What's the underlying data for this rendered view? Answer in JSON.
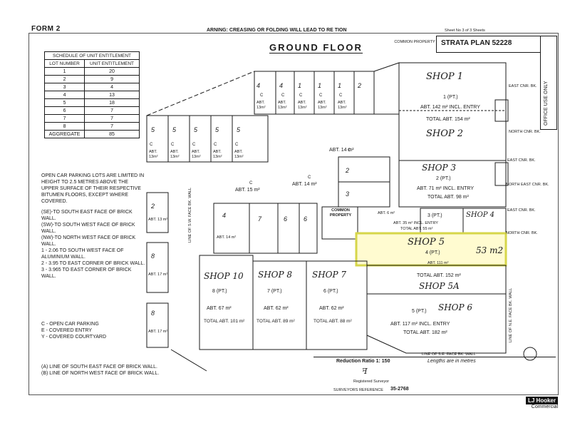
{
  "header": {
    "form": "FORM 2",
    "warning": "ARNING: CREASING OR FOLDING WILL LEAD TO RE  TION",
    "sheet": "Sheet No 3 of 3 Sheets",
    "strata_plan": "STRATA PLAN 52228",
    "office_use": "OFFICE USE ONLY",
    "ground_floor": "GROUND FLOOR"
  },
  "schedule": {
    "title": "SCHEDULE OF UNIT ENTITLEMENT",
    "col_lot": "LOT NUMBER",
    "col_unit": "UNIT ENTITLEMENT",
    "rows": [
      {
        "lot": "1",
        "unit": "20"
      },
      {
        "lot": "2",
        "unit": "9"
      },
      {
        "lot": "3",
        "unit": "4"
      },
      {
        "lot": "4",
        "unit": "13"
      },
      {
        "lot": "5",
        "unit": "18"
      },
      {
        "lot": "6",
        "unit": "7"
      },
      {
        "lot": "7",
        "unit": "7"
      },
      {
        "lot": "8",
        "unit": "7"
      }
    ],
    "aggregate_label": "AGGREGATE",
    "aggregate_value": "85"
  },
  "notes": {
    "parking": "OPEN CAR PARKING LOTS ARE LIMITED IN HEIGHT TO 2.5 METRES ABOVE THE UPPER SURFACE OF THEIR RESPECTIVE BITUMEN FLOORS, EXCEPT WHERE COVERED.",
    "se": "(SE)-TO SOUTH EAST FACE OF BRICK WALL.",
    "sw": "(SW)-TO SOUTH WEST FACE OF BRICK WALL.",
    "nw": "(NW)-TO NORTH WEST FACE OF BRICK WALL.",
    "n1": "1 - 2.06 TO SOUTH WEST FACE OF ALUMINIUM WALL.",
    "n2": "2 - 3.95 TO EAST CORNER OF BRICK WALL.",
    "n3": "3 - 3.965 TO EAST CORNER OF BRICK WALL.",
    "legend_c": "C - OPEN CAR PARKING",
    "legend_e": "E - COVERED ENTRY",
    "legend_y": "Y - COVERED COURTYARD",
    "line_a": "(A) LINE OF SOUTH EAST FACE OF BRICK WALL.",
    "line_b": "(B) LINE OF NORTH WEST FACE OF BRICK WALL."
  },
  "footer": {
    "reduction": "Reduction Ratio 1: 150",
    "lengths": "Lengths are in metres",
    "surveyor": "Registered Surveyor",
    "reference": "SURVEYORS REFERENCE",
    "reference_no": "35-2768",
    "logo": "LJ Hooker",
    "logo_sub": "Commercial"
  },
  "plan": {
    "common_property": "COMMON PROPERTY",
    "shop1": "SHOP 1",
    "shop1_lot": "1 (PT.)",
    "shop1_entry": "ABT. 142 m² INCL. ENTRY",
    "shop1_total": "TOTAL ABT. 154 m²",
    "shop2": "SHOP 2",
    "shop3": "SHOP 3",
    "shop3_lot": "2 (PT.)",
    "shop3_entry": "ABT. 71 m² INCL. ENTRY",
    "shop3_total": "TOTAL ABT. 98 m²",
    "shop4": "SHOP 4",
    "shop4_lot": "3 (PT.)",
    "shop4_entry": "ABT. 35 m² INCL. ENTRY",
    "shop4_total": "TOTAL ABT. 55 m²",
    "abt6": "ABT. 6 m²",
    "shop5": "SHOP 5",
    "shop5_lot": "4 (PT.)",
    "shop5_area": "53 m2",
    "shop5_abt": "ABT. 111 m²",
    "shop5_total": "TOTAL ABT. 152 m²",
    "shop5a": "SHOP 5A",
    "shop6": "SHOP 6",
    "shop6_lot": "5 (PT.)",
    "shop6_entry": "ABT. 117 m² INCL. ENTRY",
    "shop6_total": "TOTAL ABT. 182 m²",
    "shop10": "SHOP 10",
    "shop10_lot": "8 (PT.)",
    "shop10_abt": "ABT. 67 m²",
    "shop10_total": "TOTAL ABT. 101 m²",
    "shop8": "SHOP 8",
    "shop8_lot": "7 (PT.)",
    "shop8_abt": "ABT. 62 m²",
    "shop8_total": "TOTAL ABT. 89 m²",
    "shop7": "SHOP 7",
    "shop7_lot": "6 (PT.)",
    "shop7_abt": "ABT. 62 m²",
    "shop7_total": "TOTAL ABT. 88 m²",
    "abt14": "ABT. 14 m²",
    "abt15": "ABT. 15 m²",
    "abt17": "ABT. 17 m²",
    "abt13": "ABT. 13 m²",
    "east_cnr": "EAST CNR. BK.",
    "north_cnr": "NORTH CNR. BK.",
    "north_east": "NORTH EAST CNR. BK.",
    "line_se": "LINE OF S.E. FACE BK. WALL",
    "line_ne": "LINE OF N.E. FACE BK. WALL",
    "line_sw": "LINE OF S.W. FACE BK. WALL"
  }
}
